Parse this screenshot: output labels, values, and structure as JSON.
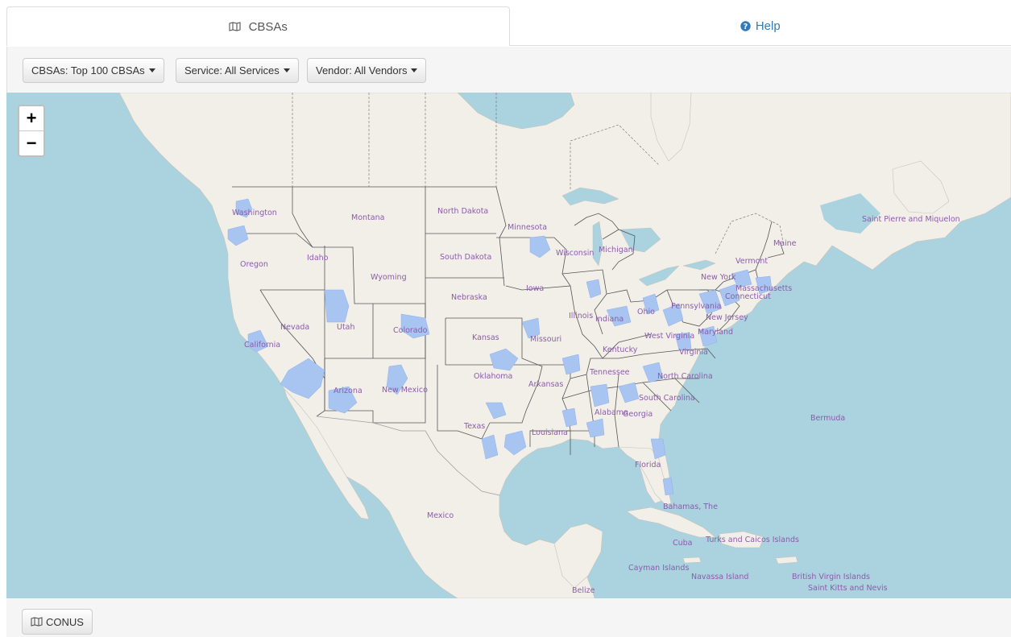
{
  "tabs": [
    {
      "label": "CBSAs",
      "icon": "map-icon"
    },
    {
      "label": "Help",
      "icon": "question-circle-icon"
    }
  ],
  "toolbar": {
    "cbsa_label": "CBSAs: Top 100 CBSAs",
    "service_label": "Service: All Services",
    "vendor_label": "Vendor: All Vendors"
  },
  "zoom": {
    "in": "+",
    "out": "−"
  },
  "footer": {
    "conus_label": "CONUS",
    "icon": "map-icon"
  },
  "colors": {
    "water": "#aad3df",
    "land": "#f2efe9",
    "cbsa": "#a8c4f0",
    "label": "#8c5bab",
    "link": "#337ab7"
  },
  "map_labels": {
    "washington": "Washington",
    "montana": "Montana",
    "north_dakota": "North Dakota",
    "minnesota": "Minnesota",
    "wisconsin": "Wisconsin",
    "michigan": "Michigan",
    "maine": "Maine",
    "vermont": "Vermont",
    "south_dakota": "South Dakota",
    "oregon": "Oregon",
    "idaho": "Idaho",
    "wyoming": "Wyoming",
    "iowa": "Iowa",
    "new_york": "New York",
    "massachusetts": "Massachusetts",
    "connecticut": "Connecticut",
    "nebraska": "Nebraska",
    "pennsylvania": "Pennsylvania",
    "new_jersey": "New Jersey",
    "ohio": "Ohio",
    "illinois": "Illinois",
    "indiana": "Indiana",
    "nevada": "Nevada",
    "utah": "Utah",
    "colorado": "Colorado",
    "kansas": "Kansas",
    "missouri": "Missouri",
    "maryland": "Maryland",
    "west_virginia": "West Virginia",
    "california": "California",
    "kentucky": "Kentucky",
    "virginia": "Virginia",
    "tennessee": "Tennessee",
    "north_carolina": "North Carolina",
    "oklahoma": "Oklahoma",
    "arkansas": "Arkansas",
    "arizona": "Arizona",
    "new_mexico": "New Mexico",
    "south_carolina": "South Carolina",
    "alabama": "Alabama",
    "georgia": "Georgia",
    "texas": "Texas",
    "louisiana": "Louisiana",
    "bermuda": "Bermuda",
    "florida": "Florida",
    "bahamas": "Bahamas, The",
    "mexico": "Mexico",
    "cuba": "Cuba",
    "turks_caicos": "Turks and Caicos Islands",
    "cayman": "Cayman Islands",
    "navassa": "Navassa Island",
    "bvi": "British Virgin Islands",
    "st_kitts": "Saint Kitts and Nevis",
    "belize": "Belize",
    "st_pierre": "Saint Pierre and Miquelon"
  }
}
